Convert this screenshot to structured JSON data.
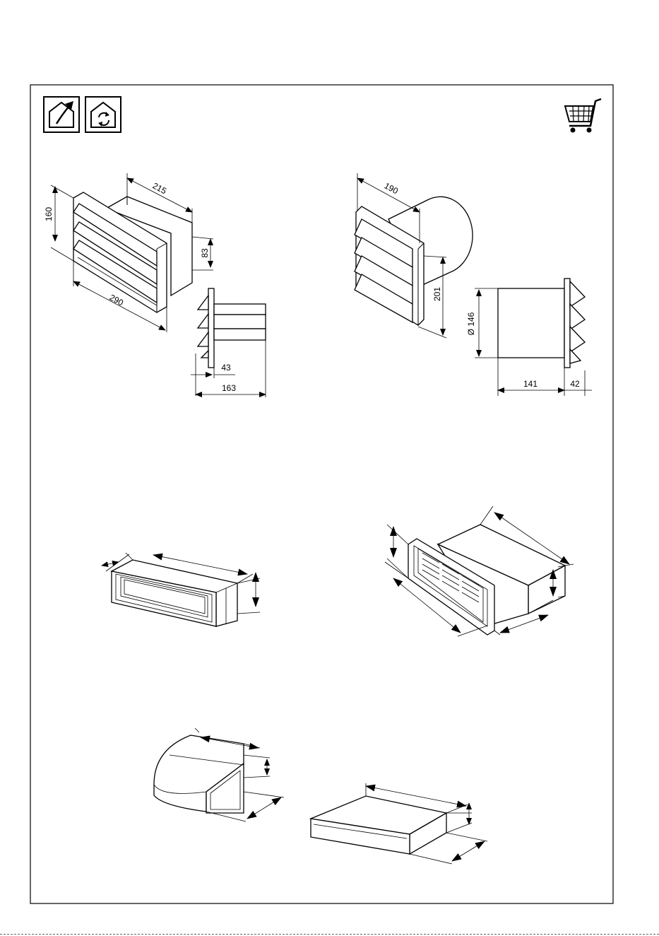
{
  "icons": {
    "ducted": "house-extraction-icon",
    "recirculation": "house-recirculation-icon",
    "cart": "shopping-cart-icon"
  },
  "fig1": {
    "depth": "215",
    "height": "160",
    "duct_height": "83",
    "width": "290",
    "side_depth": "43",
    "side_length": "163"
  },
  "fig2": {
    "depth": "190",
    "height": "201",
    "diameter": "Ø 146",
    "length": "141",
    "flap_depth": "42"
  }
}
